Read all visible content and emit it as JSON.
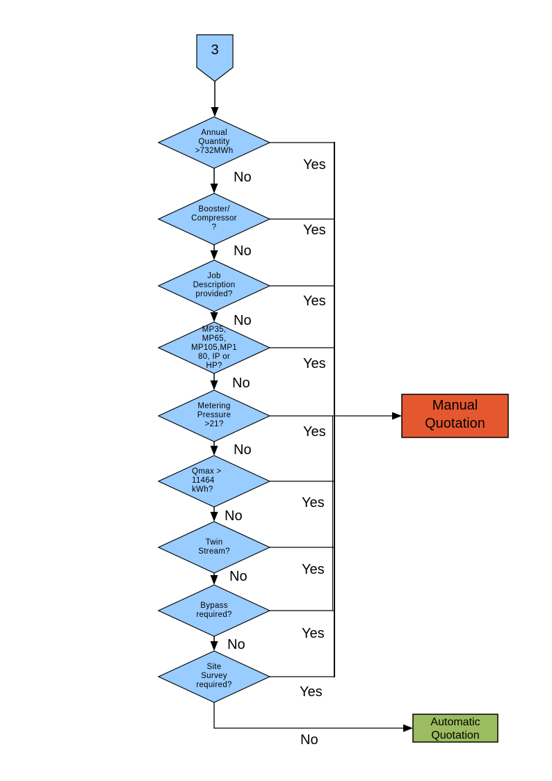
{
  "palette": {
    "decision_fill": "#99CCFF",
    "decision_border": "#000000",
    "connector_color": "#000000",
    "manual_fill": "#E5582F",
    "automatic_fill": "#9BBC60",
    "text_color": "#000000"
  },
  "offpage_connector": {
    "label": "3"
  },
  "decisions": [
    {
      "label": "Annual\nQuantity\n>732MWh",
      "yes_label": "Yes",
      "no_label": "No"
    },
    {
      "label": "Booster/\nCompressor\n?",
      "yes_label": "Yes",
      "no_label": "No"
    },
    {
      "label": "Job\nDescription\nprovided?",
      "yes_label": "Yes",
      "no_label": "No"
    },
    {
      "label": "MP35,\nMP65,\nMP105,MP1\n80, IP or\nHP?",
      "yes_label": "Yes",
      "no_label": "No"
    },
    {
      "label": "Metering\nPressure\n>21?",
      "yes_label": "Yes",
      "no_label": "No"
    },
    {
      "label": "Qmax >\n11464\nkWh?",
      "yes_label": "Yes",
      "no_label": "No"
    },
    {
      "label": "Twin\nStream?",
      "yes_label": "Yes",
      "no_label": "No"
    },
    {
      "label": "Bypass\nrequired?",
      "yes_label": "Yes",
      "no_label": "No"
    },
    {
      "label": "Site\nSurvey\nrequired?",
      "yes_label": "Yes",
      "no_label": "No"
    }
  ],
  "outcomes": {
    "manual": {
      "label": "Manual\nQuotation"
    },
    "automatic": {
      "label": "Automatic\nQuotation"
    }
  }
}
